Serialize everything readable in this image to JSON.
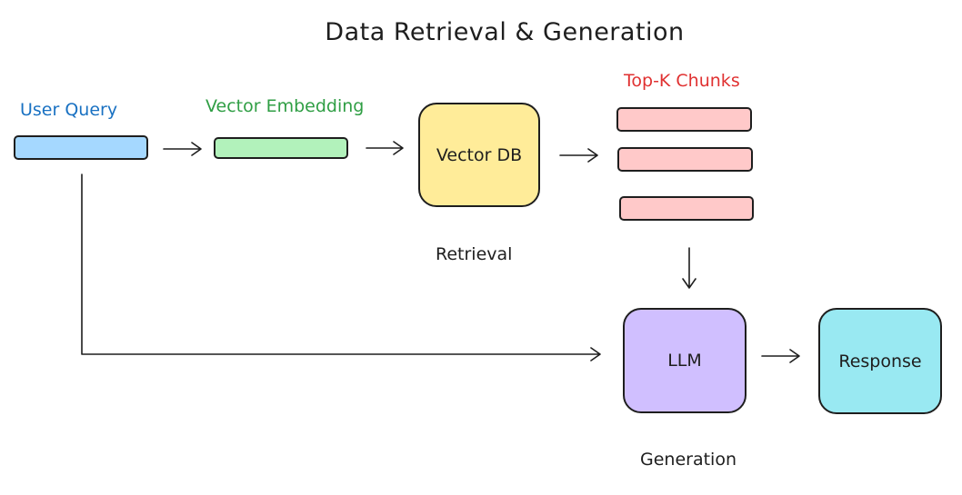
{
  "title": "Data Retrieval & Generation",
  "labels": {
    "user_query": "User Query",
    "vector_embedding": "Vector Embedding",
    "top_k_chunks": "Top-K Chunks",
    "retrieval": "Retrieval",
    "generation": "Generation"
  },
  "nodes": {
    "vector_db": "Vector DB",
    "llm": "LLM",
    "response": "Response"
  },
  "colors": {
    "user_query_bar": "#a5d8ff",
    "user_query_text": "#1971c2",
    "vector_embedding_bar": "#b2f2bb",
    "vector_embedding_text": "#2f9e44",
    "chunk_fill": "#ffc9c9",
    "chunk_text": "#e03131",
    "vector_db_fill": "#ffec99",
    "llm_fill": "#d0bfff",
    "response_fill": "#99e9f2",
    "stroke": "#1e1e1e"
  }
}
